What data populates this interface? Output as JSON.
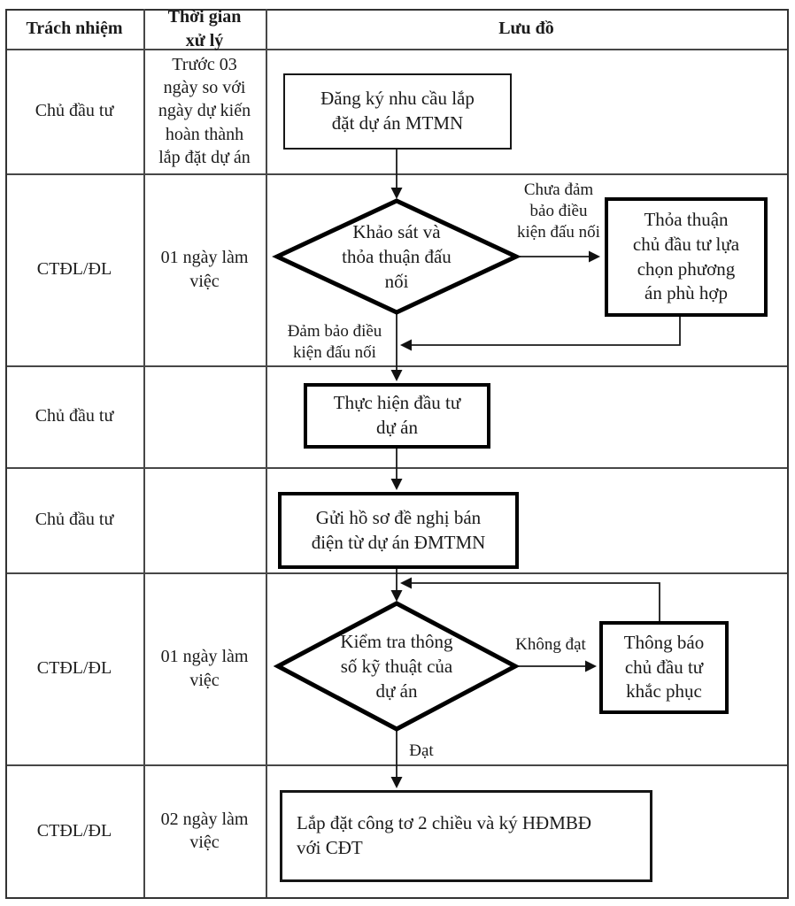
{
  "colors": {
    "ink": "#1b1b1b",
    "grid_line": "#474747",
    "shape_border": "#000000",
    "background": "#ffffff"
  },
  "table": {
    "header": {
      "responsibility": "Trách nhiệm",
      "time": "Thời gian\nxử lý",
      "flow": "Lưu đồ"
    },
    "rows": [
      {
        "responsibility": "Chủ đầu tư",
        "time": "Trước 03\nngày so với\nngày dự kiến\nhoàn thành\nlắp đặt dự án"
      },
      {
        "responsibility": "CTĐL/ĐL",
        "time": "01 ngày làm\nviệc"
      },
      {
        "responsibility": "Chủ đầu tư",
        "time": ""
      },
      {
        "responsibility": "Chủ đầu tư",
        "time": ""
      },
      {
        "responsibility": "CTĐL/ĐL",
        "time": "01 ngày làm\nviệc"
      },
      {
        "responsibility": "CTĐL/ĐL",
        "time": "02 ngày làm\nviệc"
      }
    ]
  },
  "flow": {
    "nodes": {
      "register": "Đăng ký nhu cầu lắp\nđặt dự án MTMN",
      "survey": "Khảo sát và\nthỏa thuận đấu\nnối",
      "agree": "Thỏa thuận\nchủ đầu tư lựa\nchọn phương\nán phù hợp",
      "invest": "Thực hiện đầu tư\ndự án",
      "submit": "Gửi hồ sơ đề nghị bán\nđiện từ dự án ĐMTMN",
      "check": "Kiểm tra thông\nsố kỹ thuật của\ndự án",
      "notify": "Thông báo\nchủ đầu tư\nkhắc phục",
      "install": "Lắp đặt công tơ 2 chiều và ký HĐMBĐ\nvới CĐT"
    },
    "labels": {
      "not_qualified": "Chưa đảm\nbảo điều\nkiện đấu nối",
      "qualified": "Đảm bảo điều\nkiện đấu nối",
      "fail": "Không đạt",
      "pass": "Đạt"
    }
  }
}
